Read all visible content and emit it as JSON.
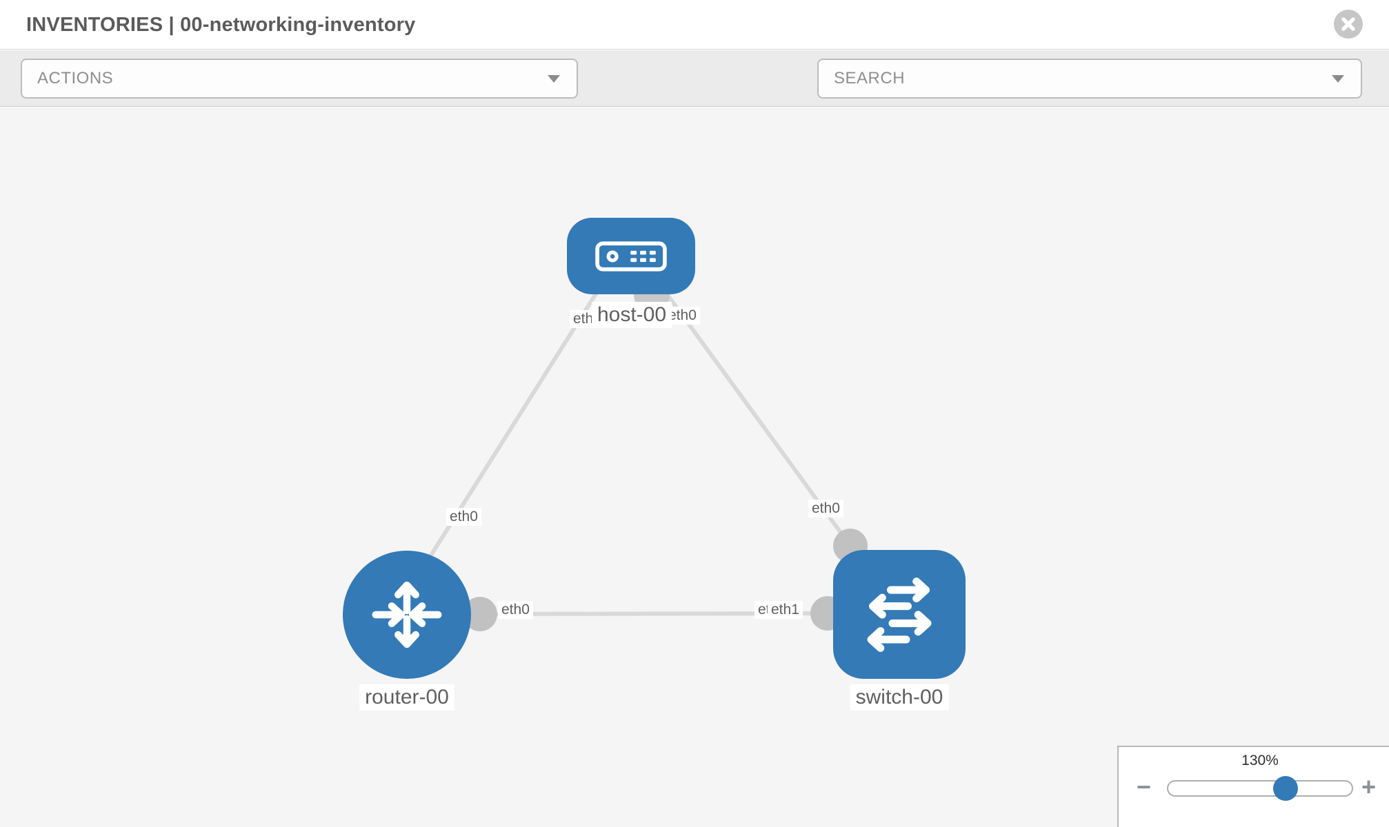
{
  "window": {
    "title": "INVENTORIES | 00-networking-inventory"
  },
  "toolbar": {
    "actions_label": "ACTIONS",
    "search_label": "SEARCH"
  },
  "icons": {
    "close": "circle-x-icon",
    "tools": [
      "wrench-icon",
      "key-icon"
    ],
    "dropdown_caret": "chevron-down-icon"
  },
  "topology": {
    "nodes": [
      {
        "label": "host-00",
        "type": "host",
        "shape": "rounded-rect"
      },
      {
        "label": "router-00",
        "type": "router",
        "shape": "circle"
      },
      {
        "label": "switch-00",
        "type": "switch",
        "shape": "rounded-square"
      }
    ],
    "links": [
      {
        "from": "host-00",
        "from_if": "eth0",
        "to": "router-00",
        "to_if": "eth0"
      },
      {
        "from": "host-00",
        "from_if": "eth0",
        "to": "switch-00",
        "to_if": "eth0"
      },
      {
        "from": "router-00",
        "from_if": "eth0",
        "to": "switch-00",
        "to_if": "eth1"
      }
    ],
    "interface_labels": [
      {
        "text": "eth0",
        "near": "host-left"
      },
      {
        "text": "eth0",
        "near": "host-right"
      },
      {
        "text": "eth0",
        "near": "router-top"
      },
      {
        "text": "eth0",
        "near": "router-right"
      },
      {
        "text": "eth0",
        "near": "switch-top"
      },
      {
        "text": "eth0",
        "near": "switch-left-under"
      },
      {
        "text": "eth1",
        "near": "switch-left-over"
      }
    ]
  },
  "zoom_control": {
    "value": "130%",
    "percent": 130,
    "minus_label": "−",
    "plus_label": "+"
  },
  "colors": {
    "node_blue": "#337ab7",
    "link_gray": "#d9d9d9",
    "dot_gray": "#c1c1c1",
    "toolbar_bg": "#ebebeb",
    "canvas_bg": "#f5f5f5",
    "label_text": "#5f5f5f"
  }
}
